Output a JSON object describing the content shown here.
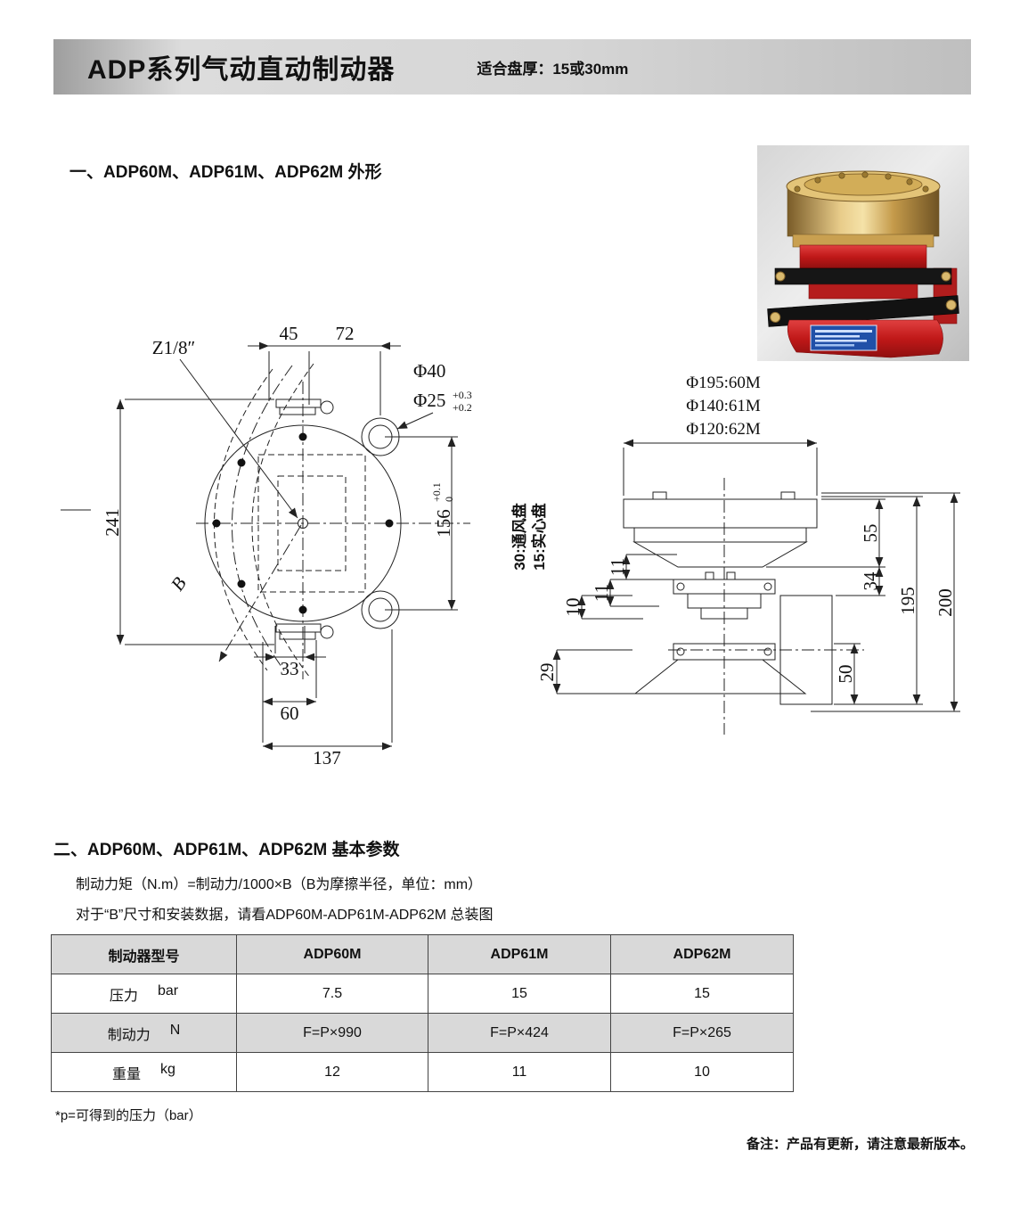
{
  "header": {
    "title": "ADP系列气动直动制动器",
    "subtitle": "适合盘厚：15或30mm"
  },
  "section_outline": {
    "heading": "一、ADP60M、ADP61M、ADP62M 外形"
  },
  "drawings": {
    "front": {
      "thread": "Z1/8″",
      "dim_45": "45",
      "dim_72": "72",
      "dia_40": "Φ40",
      "dia_25": "Φ25",
      "dia_25_tol_upper": "+0.3",
      "dia_25_tol_lower": "+0.2",
      "dim_156": "156",
      "dim_156_tol_upper": "+0.1",
      "dim_156_tol_lower": "0",
      "dim_241": "241",
      "dim_B": "B",
      "dim_33": "33",
      "dim_60": "60",
      "dim_137": "137"
    },
    "side": {
      "dia_195": "Φ195:60M",
      "dia_140": "Φ140:61M",
      "dia_120": "Φ120:62M",
      "disc_note_1": "30:通风盘",
      "disc_note_2": "15:实心盘",
      "dim_55": "55",
      "dim_34": "34",
      "dim_195": "195",
      "dim_200": "200",
      "dim_50": "50",
      "dim_29": "29",
      "dim_10": "10",
      "dim_11a": "11",
      "dim_11b": "11"
    }
  },
  "section_params": {
    "heading": "二、ADP60M、ADP61M、ADP62M 基本参数",
    "formula": "制动力矩（N.m）=制动力/1000×B（B为摩擦半径，单位：mm）",
    "note": "对于“B”尺寸和安装数据，请看ADP60M-ADP61M-ADP62M 总装图"
  },
  "table": {
    "headers": [
      "制动器型号",
      "ADP60M",
      "ADP61M",
      "ADP62M"
    ],
    "rows": [
      {
        "label": "压力",
        "unit": "bar",
        "values": [
          "7.5",
          "15",
          "15"
        ]
      },
      {
        "label": "制动力",
        "unit": "N",
        "values": [
          "F=P×990",
          "F=P×424",
          "F=P×265"
        ]
      },
      {
        "label": "重量",
        "unit": "kg",
        "values": [
          "12",
          "11",
          "10"
        ]
      }
    ]
  },
  "footnotes": {
    "pressure_note": "*p=可得到的压力（bar）",
    "version_note": "备注：产品有更新，请注意最新版本。"
  },
  "colors": {
    "accent_red": "#c01818",
    "brass": "#d9b96e",
    "table_shade": "#d9d9d9",
    "label_blue": "#2050a8"
  }
}
